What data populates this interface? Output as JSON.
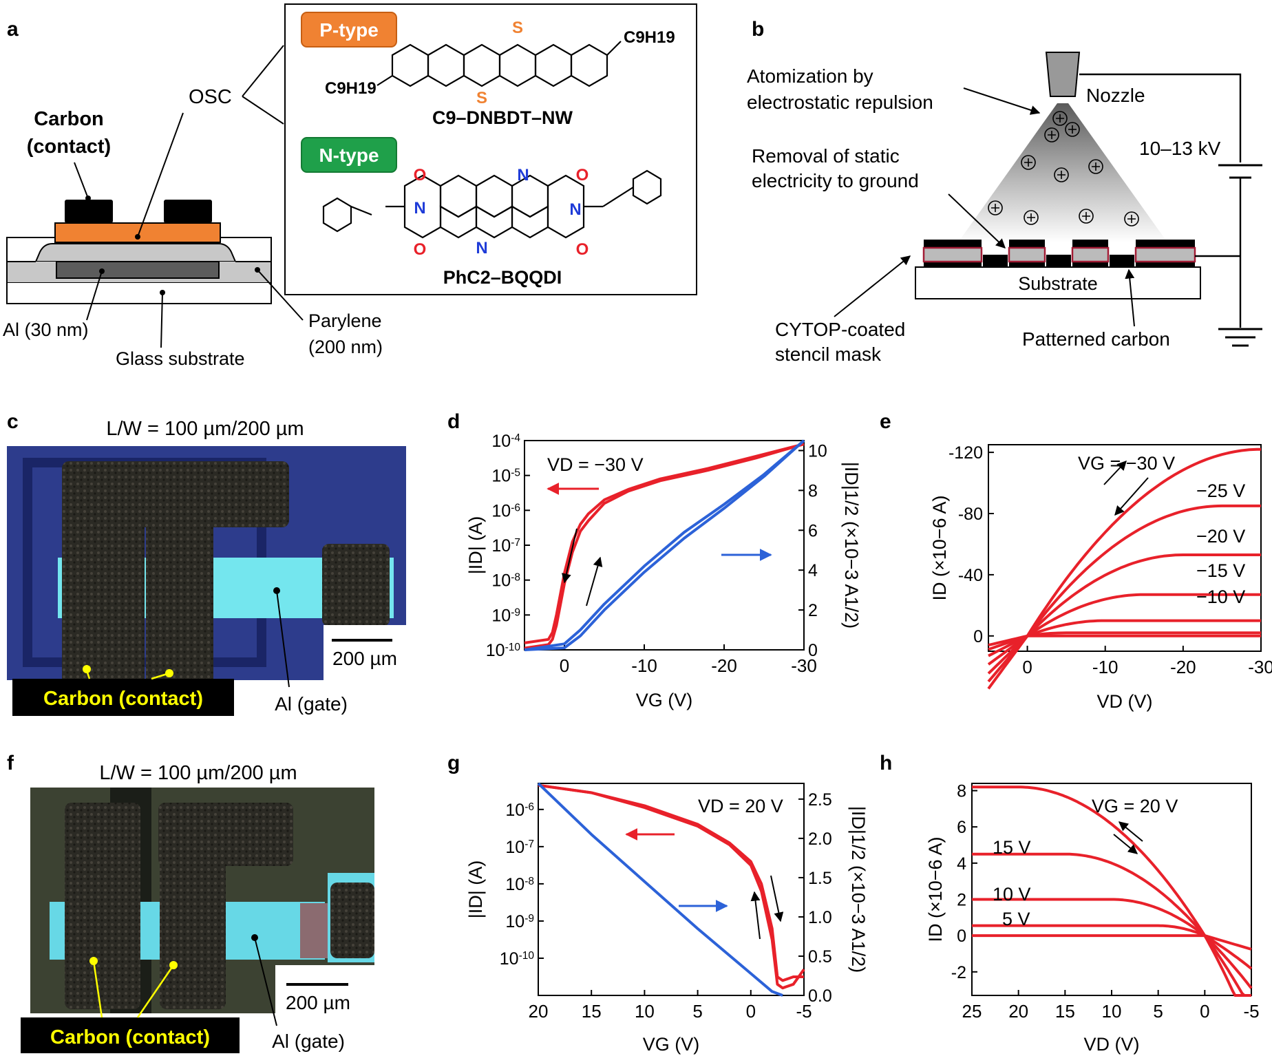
{
  "panels": {
    "a": {
      "letter": "a",
      "carbon_label": "Carbon",
      "contact_label": "(contact)",
      "osc_label": "OSC",
      "al_label": "Al (30 nm)",
      "glass_label": "Glass substrate",
      "parylene_label": "Parylene",
      "parylene_thickness": "(200 nm)",
      "ptype_badge": "P-type",
      "ntype_badge": "N-type",
      "ptype_molecule": "C9–DNBDT–NW",
      "ntype_molecule": "PhC2–BQQDI",
      "c9_label": "C9H19",
      "sulfur": "S",
      "nitrogen": "N",
      "oxygen": "O",
      "colors": {
        "ptype": "#f08232",
        "ntype": "#1fa04a",
        "semiconductor": "#f08232"
      }
    },
    "b": {
      "letter": "b",
      "atomization_line1": "Atomization by",
      "atomization_line2": "electrostatic repulsion",
      "nozzle_label": "Nozzle",
      "voltage_label": "10–13 kV",
      "removal_line1": "Removal of static",
      "removal_line2": "electricity to ground",
      "substrate_label": "Substrate",
      "cytop_line1": "CYTOP-coated",
      "cytop_line2": "stencil mask",
      "patterned_label": "Patterned carbon"
    },
    "c": {
      "letter": "c",
      "title": "L/W = 100 µm/200 µm",
      "scale_label": "200 µm",
      "carbon_label": "Carbon (contact)",
      "gate_label": "Al (gate)"
    },
    "f": {
      "letter": "f",
      "title": "L/W = 100 µm/200 µm",
      "scale_label": "200 µm",
      "carbon_label": "Carbon (contact)",
      "gate_label": "Al (gate)"
    }
  },
  "chart_data": [
    {
      "panel": "d",
      "type": "line",
      "annotation": "VD = −30 V",
      "xlabel": "VG (V)",
      "ylabel_left": "|ID| (A)",
      "ylabel_right": "|ID|1/2 (×10−3 A1/2)",
      "xlim": [
        5,
        -30
      ],
      "x_ticks": [
        "0",
        "-10",
        "-20",
        "-30"
      ],
      "ylim_left_log10": [
        -10,
        -4
      ],
      "y_ticks_left": [
        "10-10",
        "10-9",
        "10-8",
        "10-7",
        "10-6",
        "10-5",
        "10-4"
      ],
      "ylim_right": [
        0,
        10.5
      ],
      "y_ticks_right": [
        "0",
        "2",
        "4",
        "6",
        "8",
        "10"
      ],
      "series": [
        {
          "axis": "left",
          "color": "#e8212a",
          "x": [
            5,
            2,
            1.5,
            1,
            0.5,
            0,
            -1,
            -2,
            -3,
            -5,
            -8,
            -12,
            -18,
            -24,
            -30
          ],
          "y_log10": [
            -9.8,
            -9.7,
            -9.5,
            -9.0,
            -8.4,
            -7.8,
            -6.9,
            -6.4,
            -6.1,
            -5.7,
            -5.4,
            -5.1,
            -4.8,
            -4.45,
            -4.1
          ]
        },
        {
          "axis": "left",
          "color": "#e8212a",
          "x": [
            5,
            2,
            1.5,
            1,
            0.5,
            0,
            -1,
            -2,
            -3,
            -5,
            -8,
            -12,
            -18,
            -24,
            -30
          ],
          "y_log10": [
            -9.95,
            -9.85,
            -9.7,
            -9.3,
            -8.7,
            -8.1,
            -7.2,
            -6.6,
            -6.3,
            -5.8,
            -5.45,
            -5.15,
            -4.85,
            -4.5,
            -4.1
          ]
        },
        {
          "axis": "right",
          "color": "#2c62d8",
          "x": [
            5,
            0,
            -2,
            -5,
            -10,
            -15,
            -20,
            -25,
            -30
          ],
          "y": [
            0,
            0.3,
            1.0,
            2.3,
            4.2,
            5.9,
            7.3,
            8.8,
            10.5
          ]
        },
        {
          "axis": "right",
          "color": "#2c62d8",
          "x": [
            5,
            0,
            -2,
            -5,
            -10,
            -15,
            -20,
            -25,
            -30
          ],
          "y": [
            0,
            0.1,
            0.7,
            2.0,
            3.9,
            5.6,
            7.1,
            8.7,
            10.5
          ]
        }
      ]
    },
    {
      "panel": "e",
      "type": "line",
      "xlabel": "VD (V)",
      "ylabel": "ID (×10−6 A)",
      "xlim": [
        5,
        -30
      ],
      "x_ticks": [
        "0",
        "-10",
        "-20",
        "-30"
      ],
      "ylim": [
        10,
        -125
      ],
      "y_ticks": [
        "0",
        "-40",
        "-80",
        "-120"
      ],
      "curve_labels": [
        "VG = −30 V",
        "−25 V",
        "−20 V",
        "−15 V",
        "−10 V"
      ],
      "series": [
        {
          "vg": -30,
          "sat": -122
        },
        {
          "vg": -25,
          "sat": -85
        },
        {
          "vg": -20,
          "sat": -53
        },
        {
          "vg": -15,
          "sat": -27
        },
        {
          "vg": -10,
          "sat": -10
        },
        {
          "vg": -5,
          "sat": -2
        },
        {
          "vg": 0,
          "sat": 0
        }
      ]
    },
    {
      "panel": "g",
      "type": "line",
      "annotation": "VD = 20 V",
      "xlabel": "VG (V)",
      "ylabel_left": "|ID| (A)",
      "ylabel_right": "|ID|1/2 (×10−3 A1/2)",
      "xlim": [
        20,
        -5
      ],
      "x_ticks": [
        "20",
        "15",
        "10",
        "5",
        "0",
        "-5"
      ],
      "ylim_left_log10": [
        -11,
        -5.3
      ],
      "y_ticks_left": [
        "10-10",
        "10-9",
        "10-8",
        "10-7",
        "10-6"
      ],
      "ylim_right": [
        0,
        2.7
      ],
      "y_ticks_right": [
        "0.0",
        "0.5",
        "1.0",
        "1.5",
        "2.0",
        "2.5"
      ],
      "series": [
        {
          "axis": "left",
          "color": "#e8212a",
          "x": [
            20,
            15,
            10,
            5,
            2,
            0,
            -1,
            -2,
            -2.5,
            -3,
            -4,
            -5
          ],
          "y_log10": [
            -5.35,
            -5.55,
            -5.9,
            -6.4,
            -6.9,
            -7.4,
            -8.0,
            -9.2,
            -10.5,
            -10.6,
            -10.5,
            -10.5
          ]
        },
        {
          "axis": "left",
          "color": "#e8212a",
          "x": [
            20,
            15,
            10,
            5,
            2,
            0,
            -1,
            -2,
            -2.5,
            -3,
            -4,
            -5
          ],
          "y_log10": [
            -5.35,
            -5.55,
            -5.95,
            -6.45,
            -6.95,
            -7.5,
            -8.2,
            -9.5,
            -10.7,
            -10.8,
            -10.7,
            -10.3
          ]
        },
        {
          "axis": "right",
          "color": "#2c62d8",
          "x": [
            20,
            15,
            10,
            5,
            0,
            -2,
            -3
          ],
          "y": [
            2.7,
            2.05,
            1.45,
            0.85,
            0.28,
            0.05,
            0
          ]
        }
      ]
    },
    {
      "panel": "h",
      "type": "line",
      "xlabel": "VD (V)",
      "ylabel": "ID (×10−6 A)",
      "xlim": [
        25,
        -5
      ],
      "x_ticks": [
        "25",
        "20",
        "15",
        "10",
        "5",
        "0",
        "-5"
      ],
      "ylim": [
        -3.3,
        8.4
      ],
      "y_ticks": [
        "-2",
        "0",
        "2",
        "4",
        "6",
        "8"
      ],
      "curve_labels": [
        "VG = 20 V",
        "15 V",
        "10 V",
        "5 V"
      ],
      "series": [
        {
          "vg": 20,
          "sat": 8.2
        },
        {
          "vg": 15,
          "sat": 4.5
        },
        {
          "vg": 10,
          "sat": 2.0
        },
        {
          "vg": 5,
          "sat": 0.55
        },
        {
          "vg": 0,
          "sat": 0
        }
      ]
    }
  ]
}
